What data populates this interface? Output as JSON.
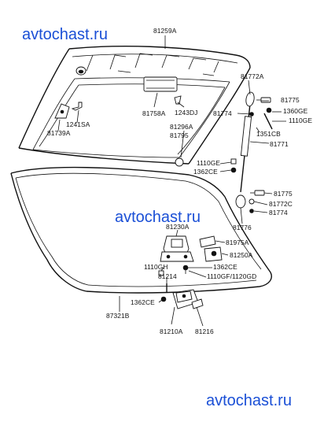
{
  "watermarks": [
    "avtochast.ru",
    "avtochast.ru",
    "avtochast.ru"
  ],
  "labels": {
    "p81259A": "81259A",
    "p81772A": "81772A",
    "p81775a": "81775",
    "p1360GE": "1360GE",
    "p1110GEa": "1110GE",
    "p81774a": "81774",
    "p1351CB": "1351CB",
    "p81771": "81771",
    "p81758A": "81758A",
    "p1243DJ": "1243DJ",
    "p1241SA": "1241SA",
    "p81739A": "81739A",
    "p81296A": "81296A",
    "p81795": "81795",
    "p1110GEb": "1110GE",
    "p1362CEa": "1362CE",
    "p81775b": "81775",
    "p81772C": "81772C",
    "p81774b": "81774",
    "p81776": "81776",
    "p81230A": "81230A",
    "p81975A": "81975A",
    "p81250A": "81250A",
    "p1110GH": "1110GH",
    "p1362CEb": "1362CE",
    "p81214": "81214",
    "p1110GF": "1110GF/1120GD",
    "p1362CEc": "1362CE",
    "p87321B": "87321B",
    "p81210A": "81210A",
    "p81216": "81216"
  }
}
